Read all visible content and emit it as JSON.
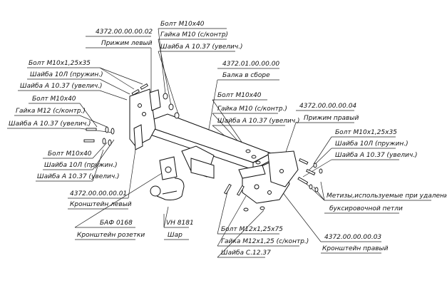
{
  "labels": {
    "bracket_left_top_code": "4372.00.00.00.02",
    "bracket_left_top_name": "Прижим левый",
    "bolt_top": "Болт М10х40",
    "nut_top": "Гайка М10 (с/контр)",
    "washer_top": "Шайба А 10.37 (увелич.)",
    "bolt_left_a": "Болт М10х1,25х35",
    "washer_spring_left_a": "Шайба 10Л (пружин.)",
    "washer_left_a": "Шайба А 10.37 (увелич.)",
    "bolt_left_b": "Болт М10х40",
    "nut_left_b": "Гайка М12 (с/контр.)",
    "washer_left_b": "Шайба А 10.37 (увелич.)",
    "bolt_left_c": "Болт М10х40",
    "washer_spring_left_c": "Шайба 10Л (пружин.)",
    "washer_left_c": "Шайба А 10.37 (увелич.)",
    "bracket_left_code": "4372.00.00.00.01",
    "bracket_left_name": "Кронштейн левый",
    "beam_code": "4372.01.00.00.00",
    "beam_name": "Балка в сборе",
    "bolt_mid": "Болт М10х40",
    "nut_mid": "Гайка М10 (с/контр.)",
    "washer_mid": "Шайба А 10.37 (увелич.)",
    "clamp_right_code": "4372.00.00.00.04",
    "clamp_right_name": "Прижим правый",
    "bolt_right": "Болт М10х1,25х35",
    "washer_spring_right": "Шайба 10Л (пружин.)",
    "washer_right": "Шайба А 10.37 (увелич.)",
    "hardware_note_1": "Метизы,используемые при удалении",
    "hardware_note_2": "буксировочной петли",
    "socket_code": "БАФ 0168",
    "socket_name": "Кронштейн розетки",
    "ball_code": "VH 8181",
    "ball_name": "Шар",
    "bolt_bottom": "Болт М12х1,25х75",
    "nut_bottom": "Гайка М12х1,25 (с/контр.)",
    "washer_bottom": "Шайба С.12.37",
    "bracket_right_code": "4372.00.00.00.03",
    "bracket_right_name": "Кронштейн правый"
  }
}
